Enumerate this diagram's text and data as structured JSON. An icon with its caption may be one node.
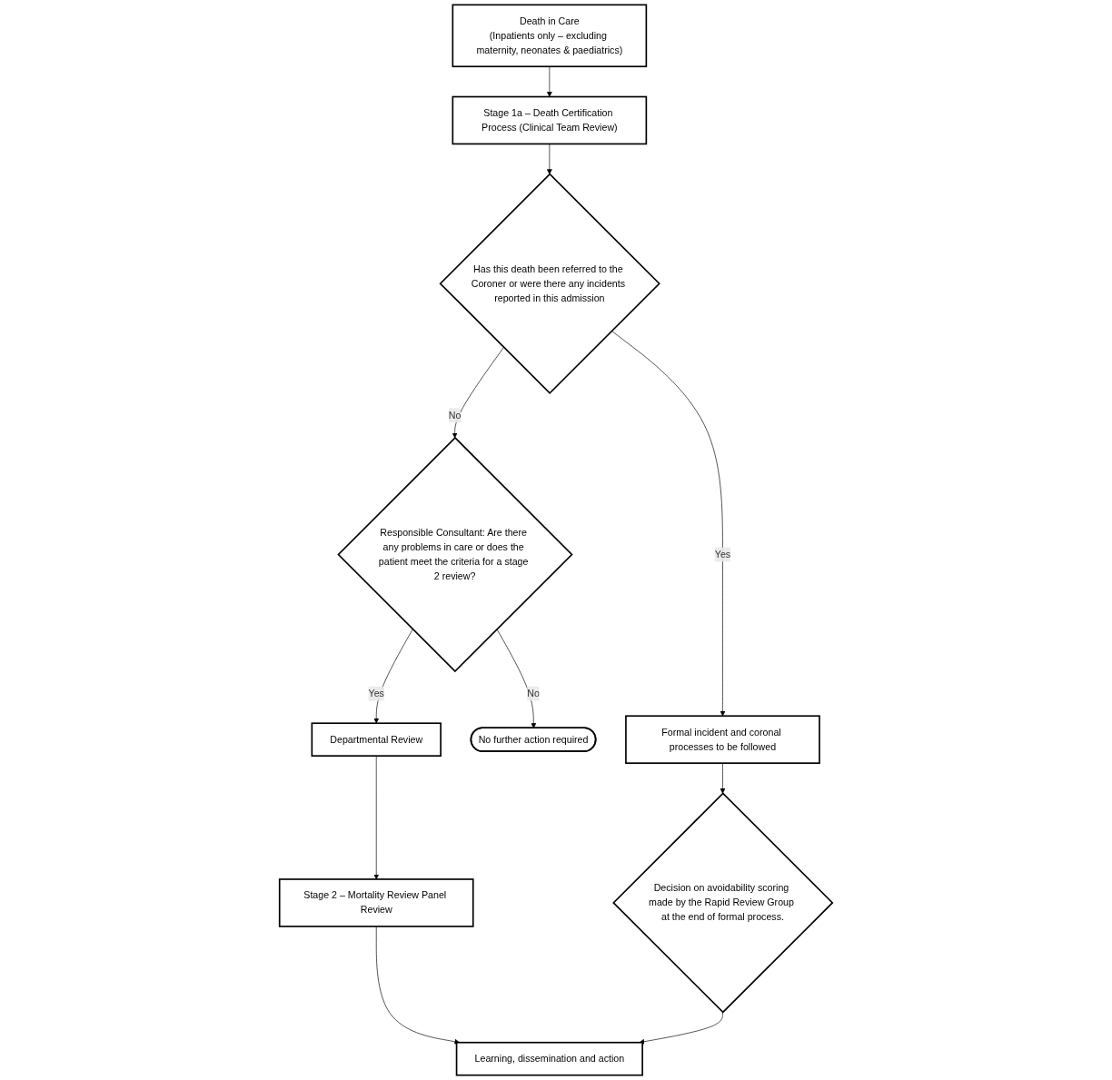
{
  "diagram": {
    "nodes": [
      {
        "text": [
          "Death in Care",
          "(Inpatients only – excluding maternity, neonates & paediatrics)"
        ]
      },
      {
        "text": [
          "Stage 1a – Death Certification Process (Clinical Team Review)"
        ]
      },
      {
        "text": [
          "Has this death been referred to the Coroner or were there any incidents reported in this admission"
        ]
      },
      {
        "text": [
          "Responsible Consultant: Are there any problems in care or does the patient meet the criteria for a stage 2 review?"
        ]
      },
      {
        "text": [
          "Formal incident and coronal processes to be followed"
        ]
      },
      {
        "text": [
          "No further action required"
        ]
      },
      {
        "text": [
          "Departmental Review"
        ]
      },
      {
        "text": [
          "Stage 2 – Mortality Review Panel Review"
        ]
      },
      {
        "text": [
          "Decision on avoidability scoring made by the Rapid Review Group at the end of formal process."
        ]
      },
      {
        "text": [
          "Learning, dissemination and action"
        ]
      }
    ],
    "edges": [
      {
        "from": 0,
        "to": 1,
        "arrow": "to"
      },
      {
        "from": 1,
        "to": 2,
        "arrow": "to"
      },
      {
        "from": 2,
        "to": 3,
        "arrow": "to",
        "label": "No"
      },
      {
        "from": 2,
        "to": 4,
        "arrow": "to",
        "label": "Yes"
      },
      {
        "from": 3,
        "to": 5,
        "arrow": "to",
        "label": "No"
      },
      {
        "from": 3,
        "to": 6,
        "arrow": "to",
        "label": "Yes"
      },
      {
        "from": 6,
        "to": 7,
        "arrow": "to"
      },
      {
        "from": 7,
        "to": 9,
        "arrow": "to"
      },
      {
        "from": 4,
        "to": 8,
        "arrow": "to"
      },
      {
        "from": 8,
        "to": 9,
        "arrow": "to"
      }
    ]
  }
}
